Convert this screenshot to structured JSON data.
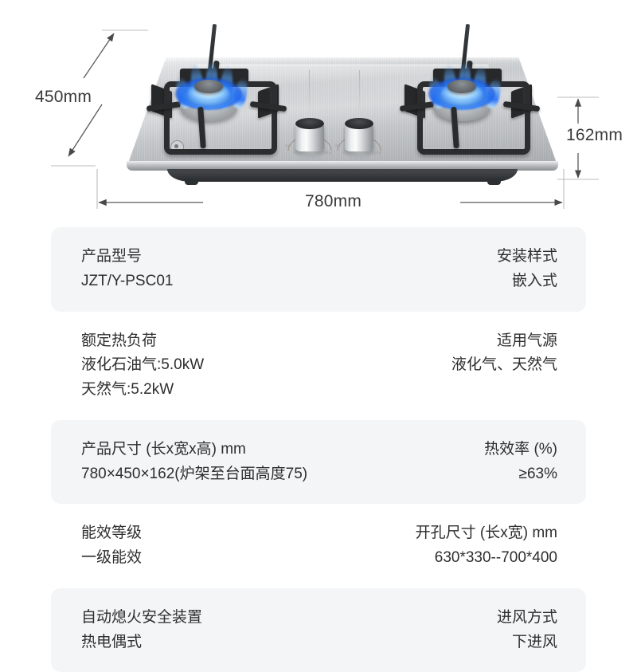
{
  "product_image": {
    "alt_name": "stainless-steel-two-burner-gas-cooktop",
    "dimensions": {
      "depth": "450mm",
      "height": "162mm",
      "width": "780mm"
    }
  },
  "spec_table": {
    "rows": [
      {
        "shaded": true,
        "left_title": "产品型号",
        "left_value": "JZT/Y-PSC01",
        "right_title": "安装样式",
        "right_value": "嵌入式",
        "left_extra": "",
        "right_extra": ""
      },
      {
        "shaded": false,
        "left_title": "额定热负荷",
        "left_value": "液化石油气:5.0kW",
        "left_extra": "天然气:5.2kW",
        "right_title": "适用气源",
        "right_value": "液化气、天然气",
        "right_extra": ""
      },
      {
        "shaded": true,
        "left_title": "产品尺寸 (长x宽x高) mm",
        "left_value": "780×450×162(炉架至台面高度75)",
        "left_extra": "",
        "right_title": "热效率 (%)",
        "right_value": "≥63%",
        "right_extra": ""
      },
      {
        "shaded": false,
        "left_title": "能效等级",
        "left_value": "一级能效",
        "left_extra": "",
        "right_title": "开孔尺寸 (长x宽) mm",
        "right_value": "630*330--700*400",
        "right_extra": ""
      },
      {
        "shaded": true,
        "left_title": "自动熄火安全装置",
        "left_value": "热电偶式",
        "left_extra": "",
        "right_title": "进风方式",
        "right_value": "下进风",
        "right_extra": ""
      }
    ]
  },
  "colors": {
    "row_shaded_bg": "#f4f5f7",
    "row_plain_bg": "#ffffff",
    "text": "#2e2e2e",
    "dimension_text": "#3a3a3a",
    "flame_blue": "#1e6efa",
    "steel_light": "#eef0f1",
    "steel_dark": "#8b8f92"
  }
}
